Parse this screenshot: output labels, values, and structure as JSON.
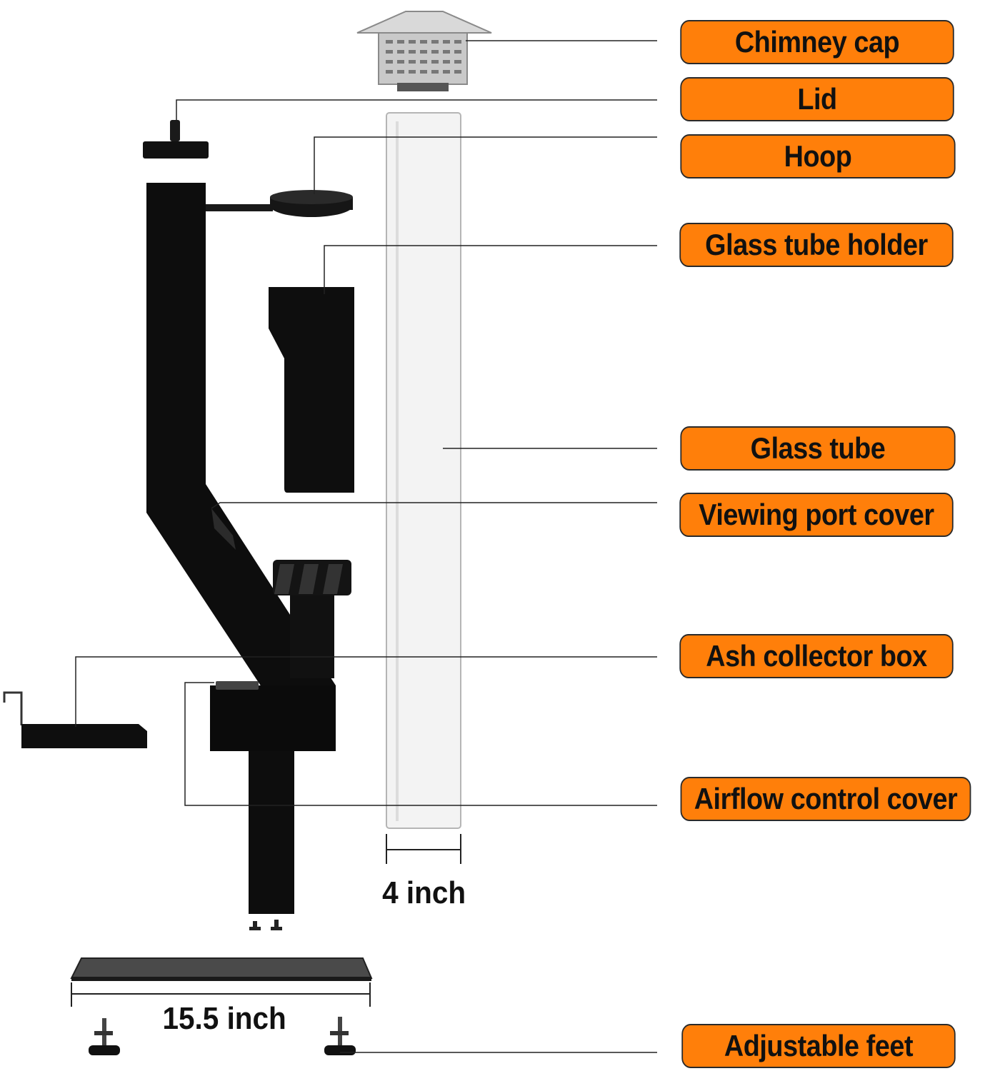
{
  "labels": {
    "chimney_cap": "Chimney cap",
    "lid": "Lid",
    "hoop": "Hoop",
    "glass_tube_holder": "Glass tube holder",
    "glass_tube": "Glass tube",
    "viewing_port_cover": "Viewing port cover",
    "ash_collector_box": "Ash collector box",
    "airflow_control_cover": "Airflow control cover",
    "adjustable_feet": "Adjustable feet"
  },
  "dimensions": {
    "tube_width": "4 inch",
    "base_width": "15.5 inch"
  },
  "colors": {
    "label_fill": "#ff7f0a",
    "stove_body": "#0d0d0d",
    "glass": "#f2f2f2",
    "cap": "#c8c8c8"
  }
}
